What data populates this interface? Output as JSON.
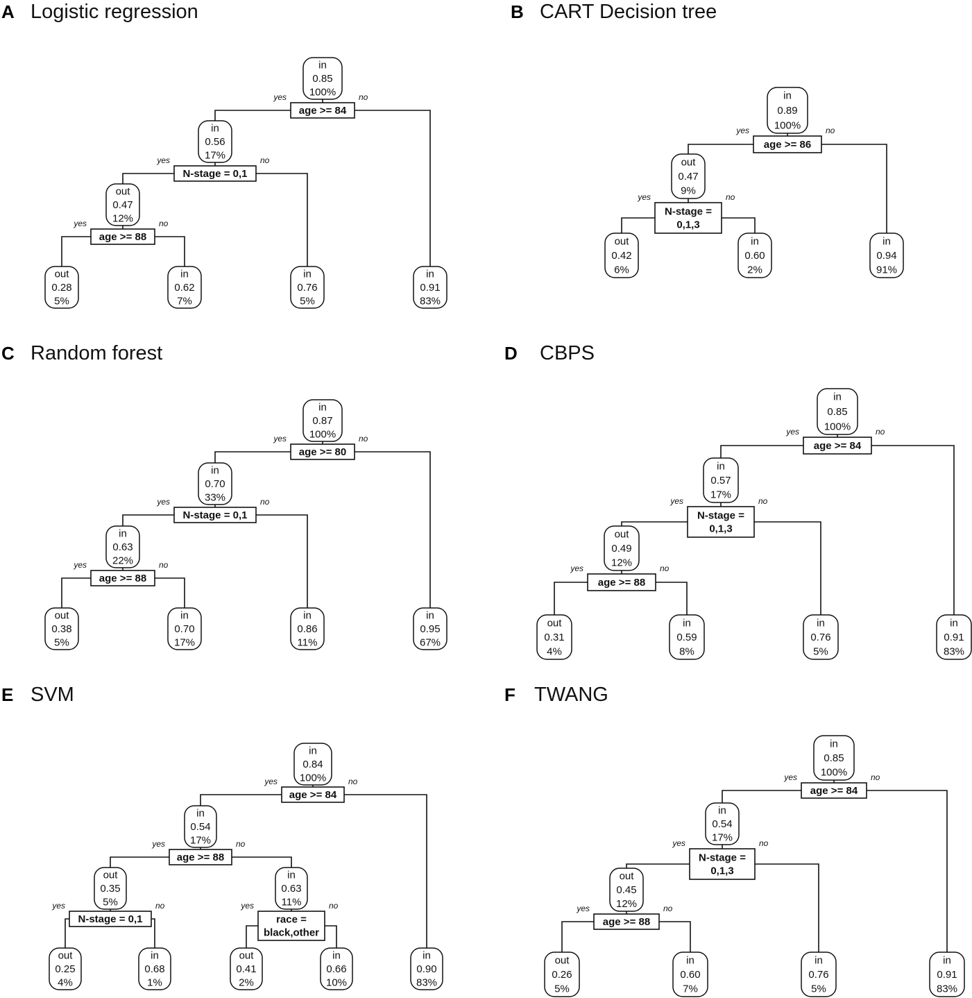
{
  "panels": [
    {
      "letter": "A",
      "title": "Logistic regression",
      "nodes": [
        {
          "id": "n1",
          "lines": [
            "in",
            "0.85",
            "100%"
          ]
        },
        {
          "id": "n2",
          "lines": [
            "in",
            "0.56",
            "17%"
          ]
        },
        {
          "id": "n3",
          "lines": [
            "out",
            "0.47",
            "12%"
          ]
        },
        {
          "id": "n4",
          "lines": [
            "out",
            "0.28",
            "5%"
          ]
        },
        {
          "id": "n5",
          "lines": [
            "in",
            "0.62",
            "7%"
          ]
        },
        {
          "id": "n6",
          "lines": [
            "in",
            "0.76",
            "5%"
          ]
        },
        {
          "id": "n7",
          "lines": [
            "in",
            "0.91",
            "83%"
          ]
        }
      ],
      "splits": [
        {
          "id": "s1",
          "lines": [
            "age >= 84"
          ],
          "yes": "yes",
          "no": "no"
        },
        {
          "id": "s2",
          "lines": [
            "N-stage = 0,1"
          ],
          "yes": "yes",
          "no": "no"
        },
        {
          "id": "s3",
          "lines": [
            "age >= 88"
          ],
          "yes": "yes",
          "no": "no"
        }
      ]
    },
    {
      "letter": "B",
      "title": "CART Decision tree",
      "nodes": [
        {
          "id": "n1",
          "lines": [
            "in",
            "0.89",
            "100%"
          ]
        },
        {
          "id": "n2",
          "lines": [
            "out",
            "0.47",
            "9%"
          ]
        },
        {
          "id": "n3",
          "lines": [
            "out",
            "0.42",
            "6%"
          ]
        },
        {
          "id": "n4",
          "lines": [
            "in",
            "0.60",
            "2%"
          ]
        },
        {
          "id": "n5",
          "lines": [
            "in",
            "0.94",
            "91%"
          ]
        }
      ],
      "splits": [
        {
          "id": "s1",
          "lines": [
            "age >= 86"
          ],
          "yes": "yes",
          "no": "no"
        },
        {
          "id": "s2",
          "lines": [
            "N-stage =",
            "0,1,3"
          ],
          "yes": "yes",
          "no": "no"
        }
      ]
    },
    {
      "letter": "C",
      "title": "Random forest",
      "nodes": [
        {
          "id": "n1",
          "lines": [
            "in",
            "0.87",
            "100%"
          ]
        },
        {
          "id": "n2",
          "lines": [
            "in",
            "0.70",
            "33%"
          ]
        },
        {
          "id": "n3",
          "lines": [
            "in",
            "0.63",
            "22%"
          ]
        },
        {
          "id": "n4",
          "lines": [
            "out",
            "0.38",
            "5%"
          ]
        },
        {
          "id": "n5",
          "lines": [
            "in",
            "0.70",
            "17%"
          ]
        },
        {
          "id": "n6",
          "lines": [
            "in",
            "0.86",
            "11%"
          ]
        },
        {
          "id": "n7",
          "lines": [
            "in",
            "0.95",
            "67%"
          ]
        }
      ],
      "splits": [
        {
          "id": "s1",
          "lines": [
            "age >= 80"
          ],
          "yes": "yes",
          "no": "no"
        },
        {
          "id": "s2",
          "lines": [
            "N-stage = 0,1"
          ],
          "yes": "yes",
          "no": "no"
        },
        {
          "id": "s3",
          "lines": [
            "age >= 88"
          ],
          "yes": "yes",
          "no": "no"
        }
      ]
    },
    {
      "letter": "D",
      "title": "CBPS",
      "nodes": [
        {
          "id": "n1",
          "lines": [
            "in",
            "0.85",
            "100%"
          ]
        },
        {
          "id": "n2",
          "lines": [
            "in",
            "0.57",
            "17%"
          ]
        },
        {
          "id": "n3",
          "lines": [
            "out",
            "0.49",
            "12%"
          ]
        },
        {
          "id": "n4",
          "lines": [
            "out",
            "0.31",
            "4%"
          ]
        },
        {
          "id": "n5",
          "lines": [
            "in",
            "0.59",
            "8%"
          ]
        },
        {
          "id": "n6",
          "lines": [
            "in",
            "0.76",
            "5%"
          ]
        },
        {
          "id": "n7",
          "lines": [
            "in",
            "0.91",
            "83%"
          ]
        }
      ],
      "splits": [
        {
          "id": "s1",
          "lines": [
            "age >= 84"
          ],
          "yes": "yes",
          "no": "no"
        },
        {
          "id": "s2",
          "lines": [
            "N-stage =",
            "0,1,3"
          ],
          "yes": "yes",
          "no": "no"
        },
        {
          "id": "s3",
          "lines": [
            "age >= 88"
          ],
          "yes": "yes",
          "no": "no"
        }
      ]
    },
    {
      "letter": "E",
      "title": "SVM",
      "nodes": [
        {
          "id": "n1",
          "lines": [
            "in",
            "0.84",
            "100%"
          ]
        },
        {
          "id": "n2",
          "lines": [
            "in",
            "0.54",
            "17%"
          ]
        },
        {
          "id": "n3",
          "lines": [
            "out",
            "0.35",
            "5%"
          ]
        },
        {
          "id": "n4",
          "lines": [
            "in",
            "0.63",
            "11%"
          ]
        },
        {
          "id": "n5",
          "lines": [
            "out",
            "0.25",
            "4%"
          ]
        },
        {
          "id": "n6",
          "lines": [
            "in",
            "0.68",
            "1%"
          ]
        },
        {
          "id": "n7",
          "lines": [
            "out",
            "0.41",
            "2%"
          ]
        },
        {
          "id": "n8",
          "lines": [
            "in",
            "0.66",
            "10%"
          ]
        },
        {
          "id": "n9",
          "lines": [
            "in",
            "0.90",
            "83%"
          ]
        }
      ],
      "splits": [
        {
          "id": "s1",
          "lines": [
            "age >= 84"
          ],
          "yes": "yes",
          "no": "no"
        },
        {
          "id": "s2",
          "lines": [
            "age >= 88"
          ],
          "yes": "yes",
          "no": "no"
        },
        {
          "id": "s3",
          "lines": [
            "N-stage = 0,1"
          ],
          "yes": "yes",
          "no": "no"
        },
        {
          "id": "s4",
          "lines": [
            "race =",
            "black,other"
          ],
          "yes": "yes",
          "no": "no"
        }
      ]
    },
    {
      "letter": "F",
      "title": "TWANG",
      "nodes": [
        {
          "id": "n1",
          "lines": [
            "in",
            "0.85",
            "100%"
          ]
        },
        {
          "id": "n2",
          "lines": [
            "in",
            "0.54",
            "17%"
          ]
        },
        {
          "id": "n3",
          "lines": [
            "out",
            "0.45",
            "12%"
          ]
        },
        {
          "id": "n4",
          "lines": [
            "out",
            "0.26",
            "5%"
          ]
        },
        {
          "id": "n5",
          "lines": [
            "in",
            "0.60",
            "7%"
          ]
        },
        {
          "id": "n6",
          "lines": [
            "in",
            "0.76",
            "5%"
          ]
        },
        {
          "id": "n7",
          "lines": [
            "in",
            "0.91",
            "83%"
          ]
        }
      ],
      "splits": [
        {
          "id": "s1",
          "lines": [
            "age >= 84"
          ],
          "yes": "yes",
          "no": "no"
        },
        {
          "id": "s2",
          "lines": [
            "N-stage =",
            "0,1,3"
          ],
          "yes": "yes",
          "no": "no"
        },
        {
          "id": "s3",
          "lines": [
            "age >= 88"
          ],
          "yes": "yes",
          "no": "no"
        }
      ]
    }
  ]
}
